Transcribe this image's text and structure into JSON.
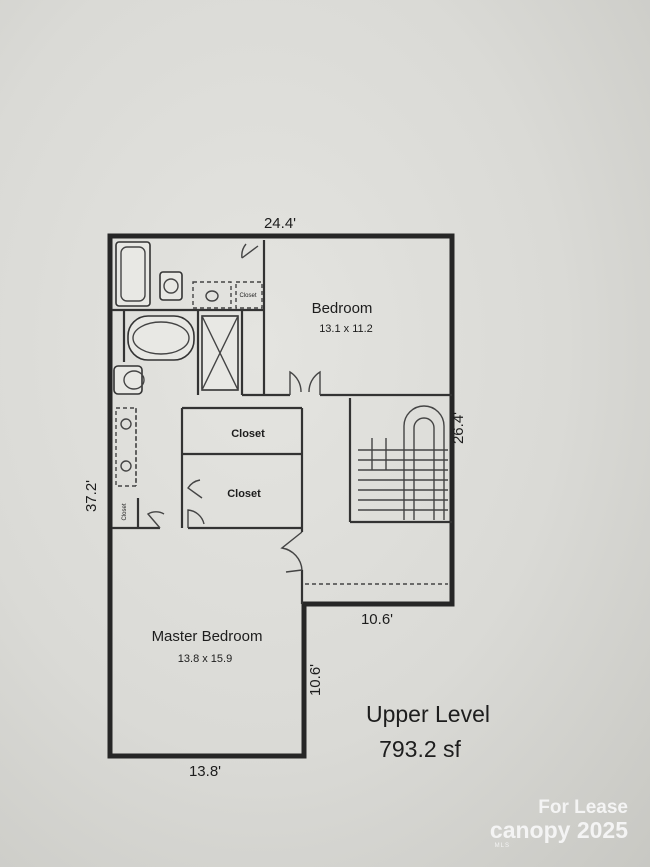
{
  "dimensions": {
    "top_width": "24.4'",
    "right_depth": "26.4'",
    "left_depth": "37.2'",
    "hall_width": "10.6'",
    "master_right": "10.6'",
    "bottom_width": "13.8'"
  },
  "rooms": {
    "bedroom": {
      "name": "Bedroom",
      "size": "13.1 x 11.2"
    },
    "master": {
      "name": "Master Bedroom",
      "size": "13.8 x 15.9"
    },
    "closet1": "Closet",
    "closet2": "Closet",
    "small_closet_a": "Closet",
    "small_closet_b": "Closet"
  },
  "summary": {
    "level": "Upper Level",
    "area": "793.2 sf"
  },
  "watermark": {
    "line1": "For Lease",
    "brand": "canopy",
    "year": "2025",
    "sub": "MLS"
  }
}
